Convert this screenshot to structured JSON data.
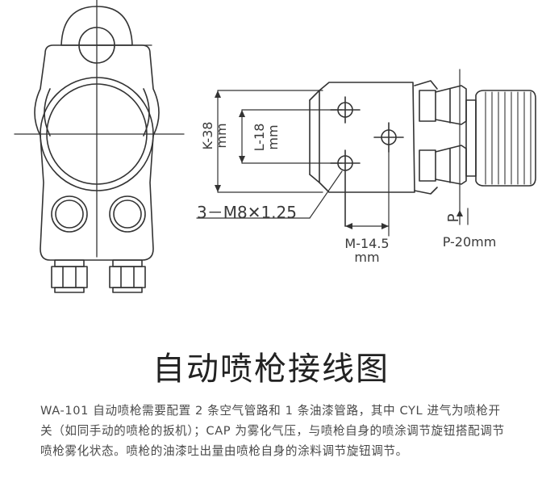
{
  "diagram": {
    "labels": {
      "k38_a": "K-38",
      "k38_b": "mm",
      "l18_a": "L-18",
      "l18_b": "mm",
      "thread": "3－M8✕1.25",
      "m145_a": "M-14.5",
      "m145_b": "mm",
      "p": "P",
      "p20": "P-20mm"
    }
  },
  "title": "自动喷枪接线图",
  "description": "WA-101 自动喷枪需要配置 2 条空气管路和 1 条油漆管路，其中 CYL 进气为喷枪开关（如同手动的喷枪的扳机）；CAP 为雾化气压，与喷枪自身的喷涂调节旋钮搭配调节喷枪雾化状态。喷枪的油漆吐出量由喷枪自身的涂料调节旋钮调节。"
}
